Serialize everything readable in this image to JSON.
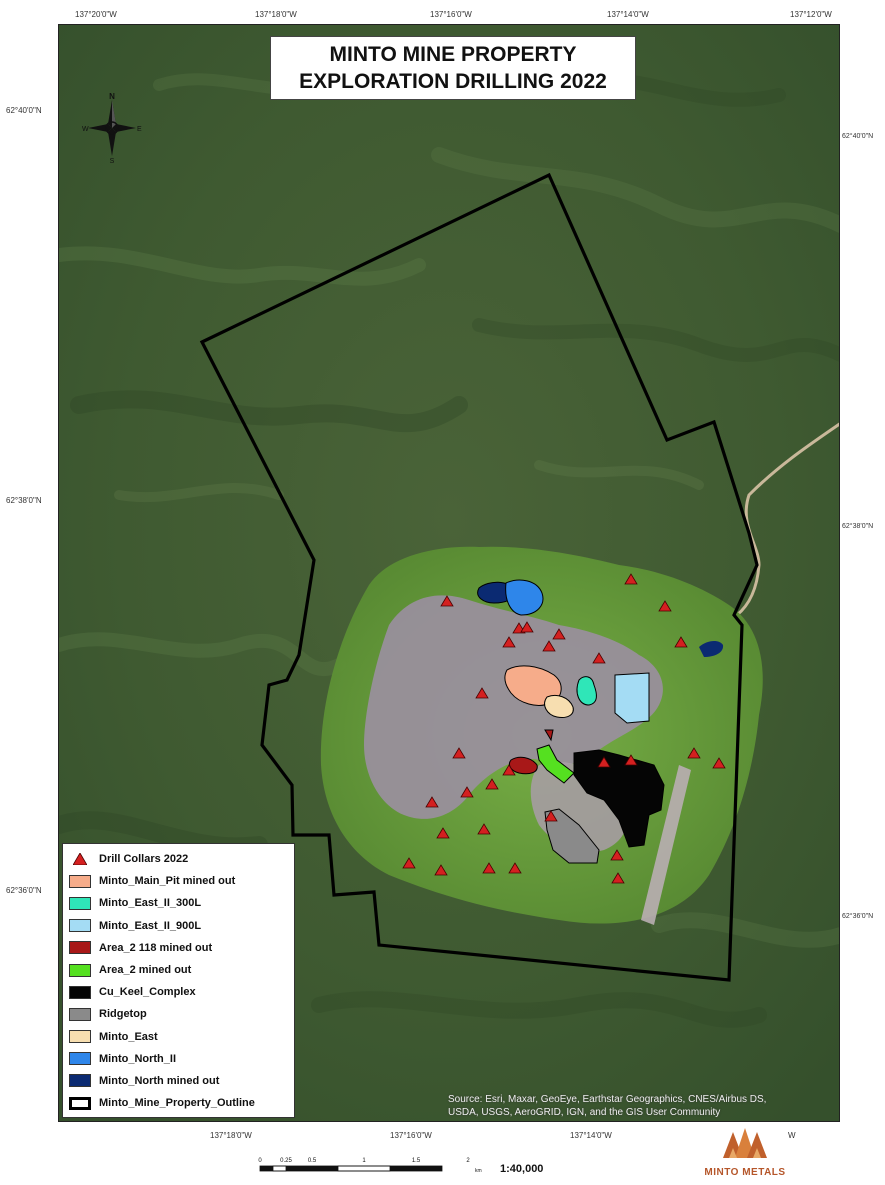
{
  "title": {
    "line1": "MINTO MINE PROPERTY",
    "line2": "EXPLORATION DRILLING 2022"
  },
  "coords": {
    "top": [
      "137°20'0\"W",
      "137°18'0\"W",
      "137°16'0\"W",
      "137°14'0\"W",
      "137°12'0\"W"
    ],
    "bottom": [
      "137°18'0\"W",
      "137°16'0\"W",
      "137°14'0\"W",
      "W"
    ],
    "left": [
      "62°40'0\"N",
      "62°38'0\"N",
      "62°36'0\"N"
    ],
    "right": [
      "62°40'0\"N",
      "62°38'0\"N",
      "62°36'0\"N"
    ]
  },
  "compass": {
    "n": "N",
    "s": "S",
    "e": "E",
    "w": "W"
  },
  "legend": [
    {
      "label": "Drill Collars 2022",
      "kind": "triangle",
      "color": "#d42020"
    },
    {
      "label": "Minto_Main_Pit mined out",
      "kind": "fill",
      "color": "#f6ac8a"
    },
    {
      "label": "Minto_East_II_300L",
      "kind": "fill",
      "color": "#2fe6b8"
    },
    {
      "label": "Minto_East_II_900L",
      "kind": "fill",
      "color": "#a4dcf4"
    },
    {
      "label": "Area_2 118 mined out",
      "kind": "fill",
      "color": "#a81818"
    },
    {
      "label": "Area_2 mined out",
      "kind": "fill",
      "color": "#55e020"
    },
    {
      "label": "Cu_Keel_Complex",
      "kind": "fill",
      "color": "#050505"
    },
    {
      "label": "Ridgetop",
      "kind": "fill",
      "color": "#8a8a8a"
    },
    {
      "label": "Minto_East",
      "kind": "fill",
      "color": "#f7deb0"
    },
    {
      "label": "Minto_North_II",
      "kind": "fill",
      "color": "#2e86ea"
    },
    {
      "label": "Minto_North mined out",
      "kind": "fill",
      "color": "#0b2a72"
    },
    {
      "label": "Minto_Mine_Property_Outline",
      "kind": "outline",
      "color": "#000000"
    }
  ],
  "attribution": {
    "line1": "Source: Esri, Maxar, GeoEye, Earthstar Geographics, CNES/Airbus DS,",
    "line2": "USDA, USGS, AeroGRID, IGN, and the GIS User Community"
  },
  "scale": {
    "ticks": [
      "0",
      "0.25",
      "0.5",
      "1",
      "1.5",
      "2"
    ],
    "unit": "km",
    "ratio": "1:40,000"
  },
  "logo": {
    "name": "MINTO METALS"
  },
  "colors": {
    "terrain_dark": "#3e5530",
    "terrain_mid": "#4d6a3b",
    "mine_area": "#9a8f9e",
    "vegetation_bright": "#6fa83a",
    "road": "#c9b89a"
  }
}
